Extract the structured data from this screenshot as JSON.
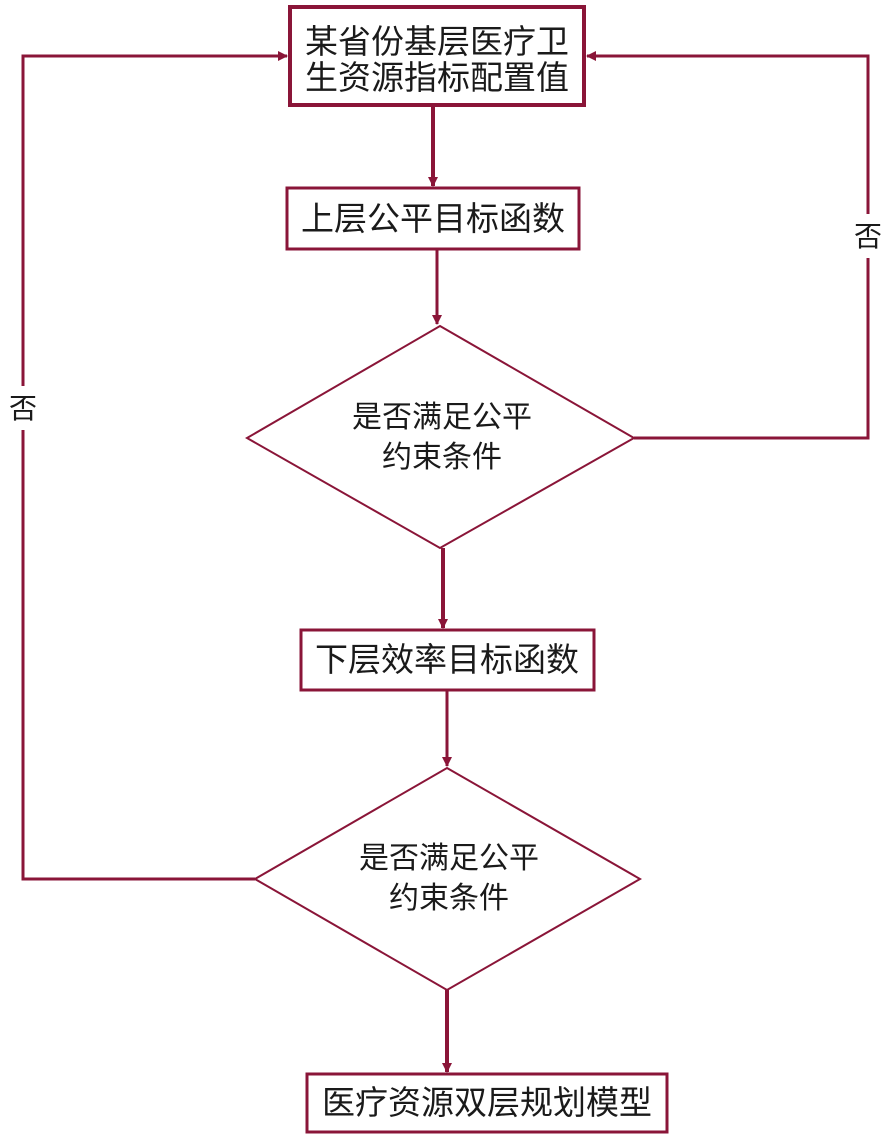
{
  "colors": {
    "stroke": "#8a1538",
    "text": "#1a1a1a",
    "background": "#ffffff"
  },
  "nodes": {
    "config_values": {
      "type": "process",
      "lines": [
        "某省份基层医疗卫",
        "生资源指标配置值"
      ]
    },
    "upper_objective": {
      "type": "process",
      "lines": [
        "上层公平目标函数"
      ]
    },
    "decision_1": {
      "type": "decision",
      "lines": [
        "是否满足公平",
        "约束条件"
      ]
    },
    "lower_objective": {
      "type": "process",
      "lines": [
        "下层效率目标函数"
      ]
    },
    "decision_2": {
      "type": "decision",
      "lines": [
        "是否满足公平",
        "约束条件"
      ]
    },
    "final_model": {
      "type": "process",
      "lines": [
        "医疗资源双层规划模型"
      ]
    }
  },
  "edges": {
    "right_loop_label": "否",
    "left_loop_label": "否"
  }
}
